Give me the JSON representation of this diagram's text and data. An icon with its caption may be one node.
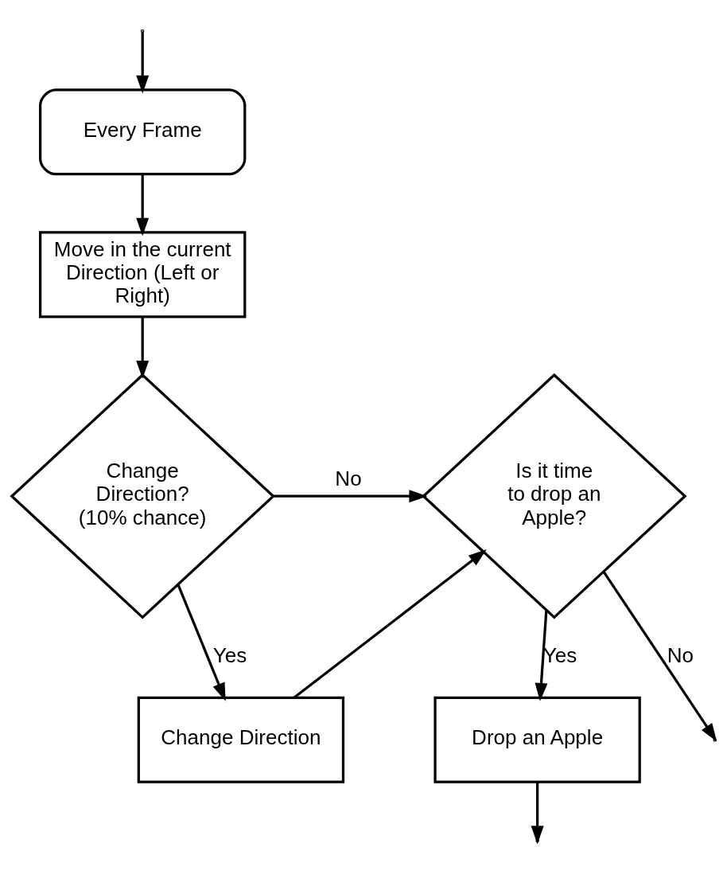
{
  "diagram": {
    "nodes": [
      {
        "text": [
          "Every Frame"
        ]
      },
      {
        "text": [
          "Move in the current Direction (Left or Right)"
        ]
      },
      {
        "text": [
          "Change Direction? (10% chance)"
        ]
      },
      {
        "text": [
          "Change Direction"
        ]
      },
      {
        "text": [
          "Is it time to drop an Apple?"
        ]
      },
      {
        "text": [
          "Drop an Apple"
        ]
      }
    ],
    "edges": [
      {
        "from": null,
        "to": 0,
        "arrow": "to"
      },
      {
        "from": 0,
        "to": 1,
        "arrow": "to"
      },
      {
        "from": 1,
        "to": 2,
        "arrow": "to"
      },
      {
        "from": 2,
        "to": 4,
        "arrow": "to",
        "label": "No"
      },
      {
        "from": 2,
        "to": 3,
        "arrow": "to",
        "label": "Yes"
      },
      {
        "from": 3,
        "to": 4,
        "arrow": "to"
      },
      {
        "from": 4,
        "to": null,
        "arrow": "to",
        "label": "No"
      },
      {
        "from": 4,
        "to": 5,
        "arrow": "to",
        "label": "Yes"
      },
      {
        "from": 5,
        "to": null,
        "arrow": "to"
      }
    ]
  }
}
